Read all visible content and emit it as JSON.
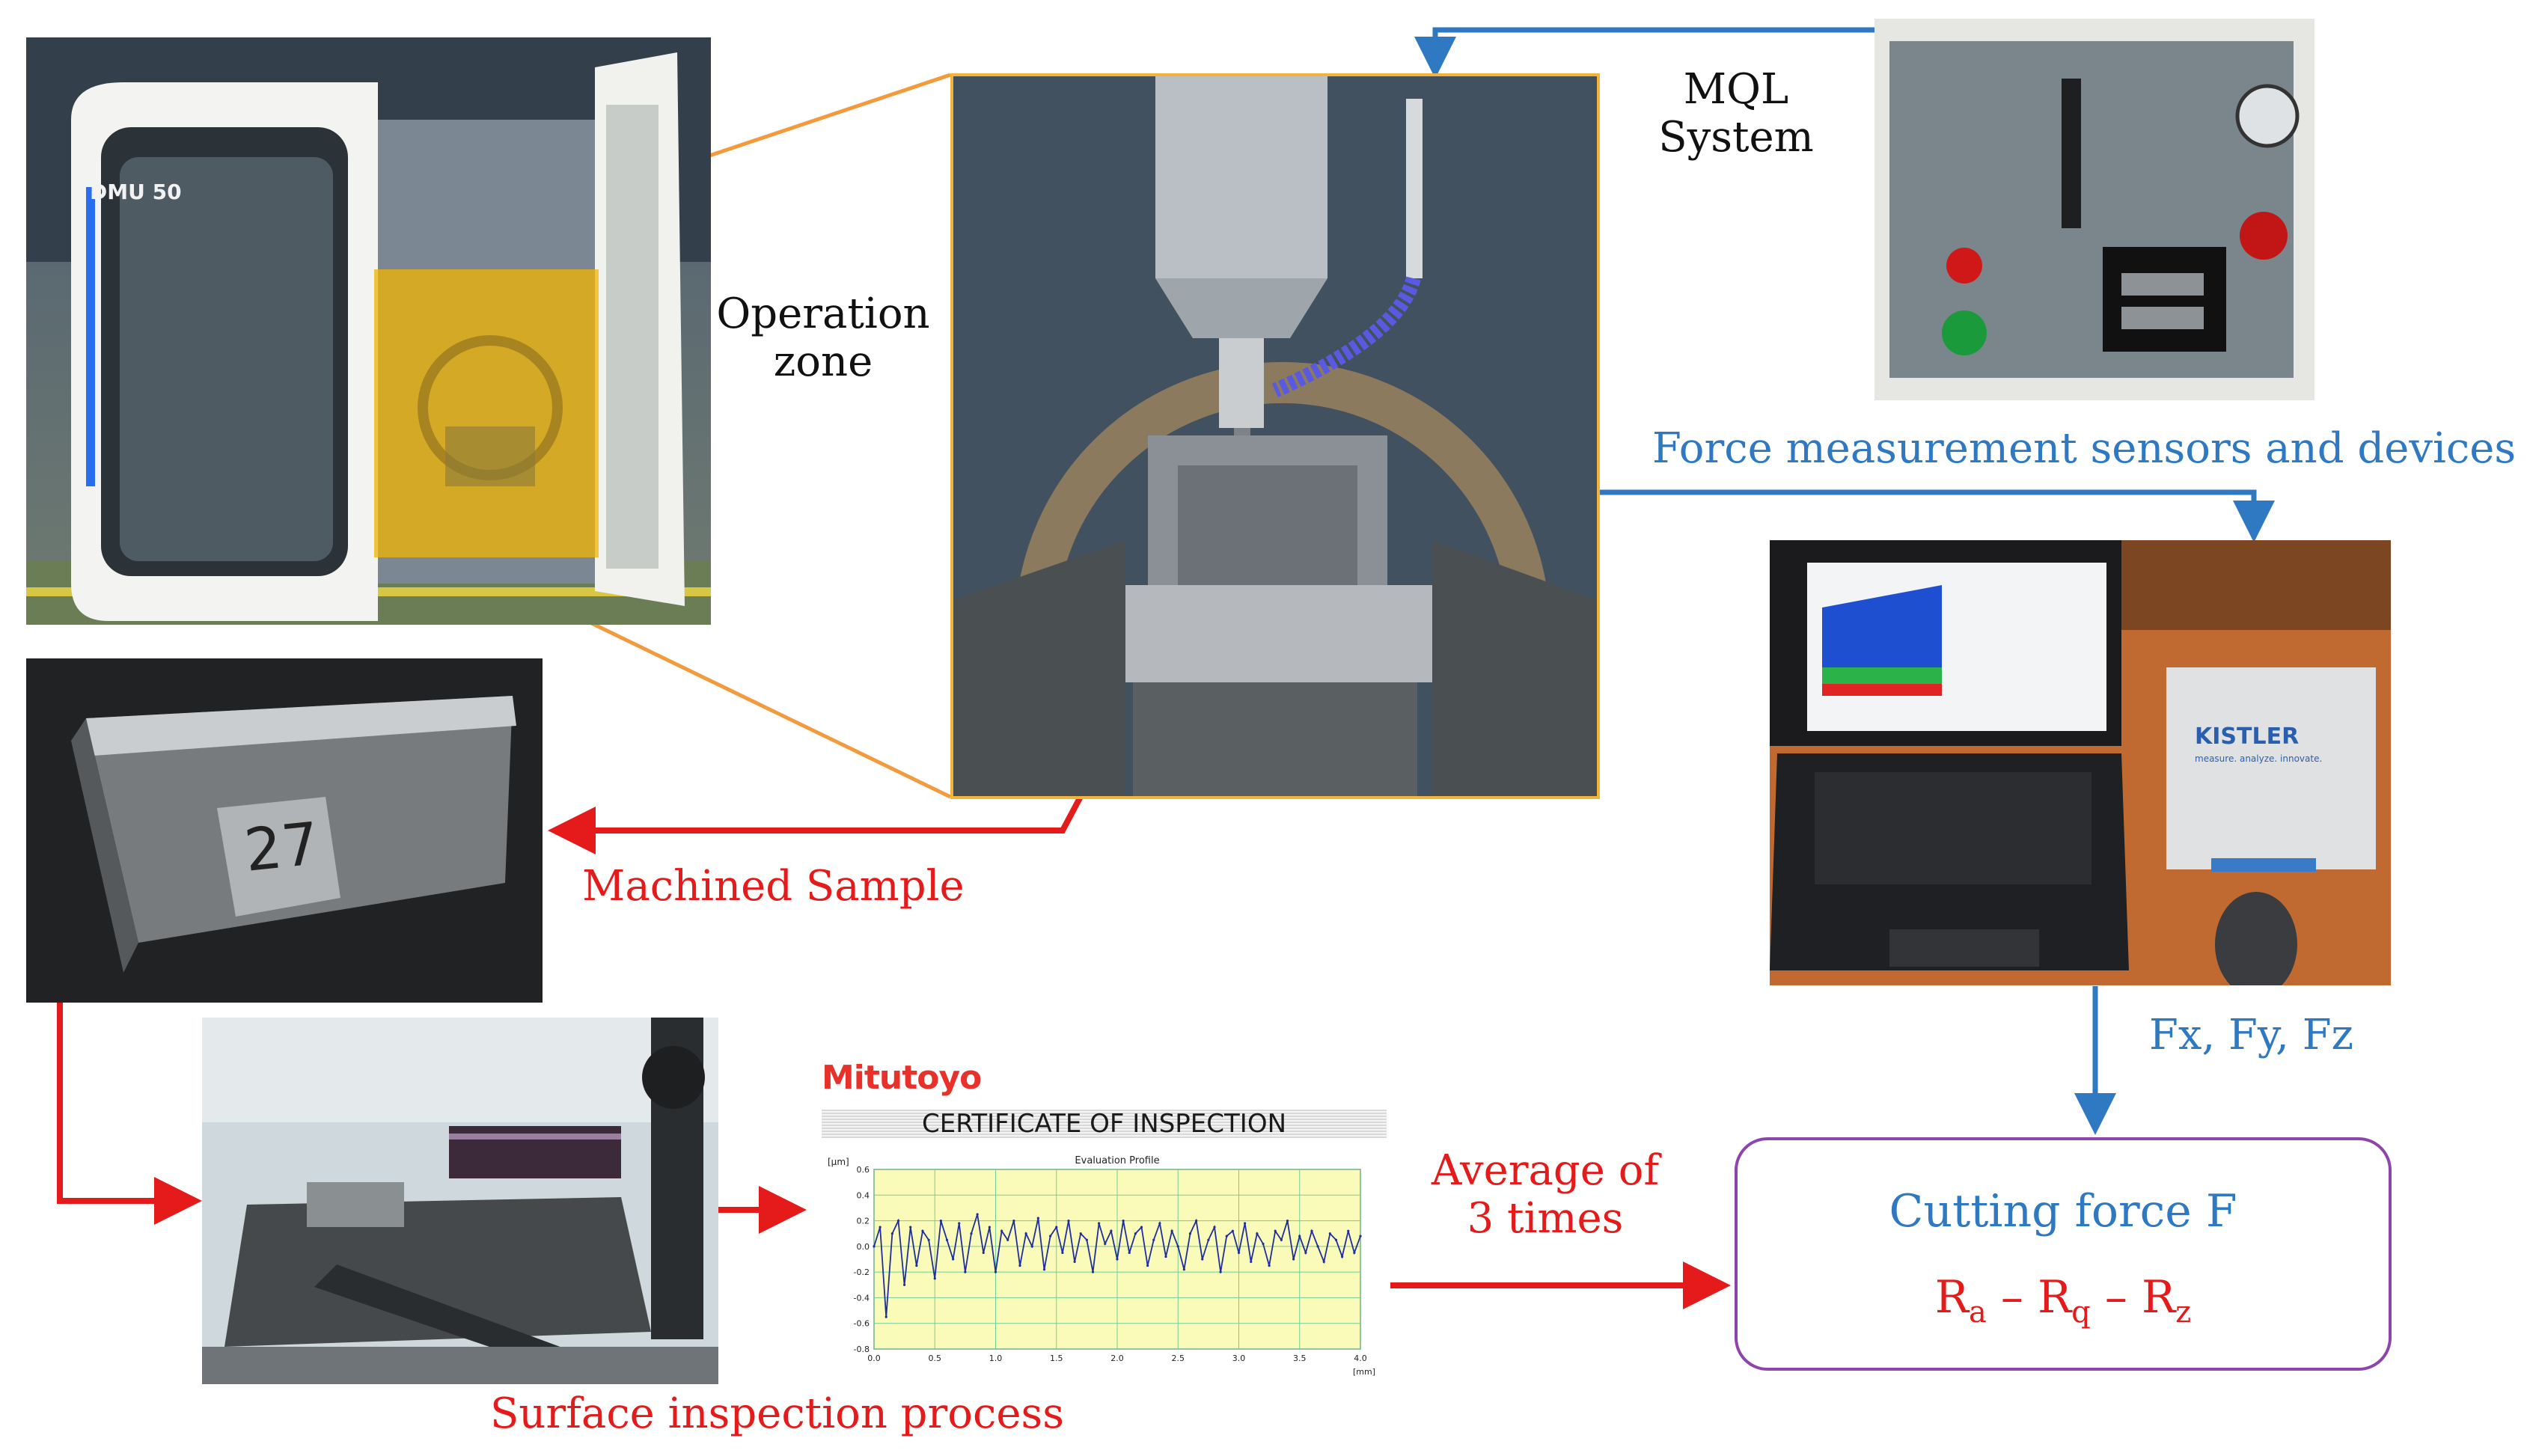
{
  "labels": {
    "operation_zone_line1": "Operation",
    "operation_zone_line2": "zone",
    "mql_line1": "MQL",
    "mql_line2": "System",
    "force_sensors": "Force measurement sensors and devices",
    "machined_sample": "Machined Sample",
    "surface_inspection": "Surface inspection process",
    "average_line1": "Average of",
    "average_line2": "3 times",
    "forces": "Fx, Fy, Fz"
  },
  "machine": {
    "model": "DMU 50"
  },
  "sample": {
    "number": "27"
  },
  "certificate": {
    "brand": "Mitutoyo",
    "title": "CERTIFICATE OF INSPECTION",
    "chart_title": "Evaluation Profile",
    "y_unit": "[µm]",
    "x_unit": "[mm]"
  },
  "device": {
    "brand": "KISTLER",
    "tagline": "measure. analyze. innovate."
  },
  "result_box": {
    "title": "Cutting force F",
    "formula": {
      "r1": "R",
      "s1": "a",
      "dash1": " – ",
      "r2": "R",
      "s2": "q",
      "dash2": " – ",
      "r3": "R",
      "s3": "z"
    }
  },
  "colors": {
    "blue_arrow": "#2f78c2",
    "red_arrow": "#e51a1a",
    "orange_line": "#f39a3c",
    "box_border": "#8e44ad",
    "chart_bg": "#fbfbb9",
    "profile": "#1f2e9e"
  },
  "chart_data": {
    "type": "line",
    "title": "Evaluation Profile",
    "xlabel": "[mm]",
    "ylabel": "[µm]",
    "xlim": [
      0.0,
      4.0
    ],
    "ylim": [
      -0.8,
      0.6
    ],
    "xticks": [
      "0.0",
      "0.5",
      "1.0",
      "1.5",
      "2.0",
      "2.5",
      "3.0",
      "3.5",
      "4.0"
    ],
    "yticks": [
      "0.6",
      "0.4",
      "0.2",
      "0.0",
      "-0.2",
      "-0.4",
      "-0.6",
      "-0.8"
    ],
    "x": [
      0.0,
      0.05,
      0.1,
      0.15,
      0.2,
      0.25,
      0.3,
      0.35,
      0.4,
      0.45,
      0.5,
      0.55,
      0.6,
      0.65,
      0.7,
      0.75,
      0.8,
      0.85,
      0.9,
      0.95,
      1.0,
      1.05,
      1.1,
      1.15,
      1.2,
      1.25,
      1.3,
      1.35,
      1.4,
      1.45,
      1.5,
      1.55,
      1.6,
      1.65,
      1.7,
      1.75,
      1.8,
      1.85,
      1.9,
      1.95,
      2.0,
      2.05,
      2.1,
      2.15,
      2.2,
      2.25,
      2.3,
      2.35,
      2.4,
      2.45,
      2.5,
      2.55,
      2.6,
      2.65,
      2.7,
      2.75,
      2.8,
      2.85,
      2.9,
      2.95,
      3.0,
      3.05,
      3.1,
      3.15,
      3.2,
      3.25,
      3.3,
      3.35,
      3.4,
      3.45,
      3.5,
      3.55,
      3.6,
      3.65,
      3.7,
      3.75,
      3.8,
      3.85,
      3.9,
      3.95,
      4.0
    ],
    "series": [
      {
        "values": [
          0.0,
          0.15,
          -0.55,
          0.1,
          0.2,
          -0.3,
          0.15,
          -0.15,
          0.12,
          0.05,
          -0.25,
          0.2,
          0.05,
          -0.1,
          0.18,
          -0.2,
          0.1,
          0.25,
          -0.05,
          0.15,
          -0.2,
          0.12,
          0.05,
          0.2,
          -0.15,
          0.1,
          0.0,
          0.22,
          -0.18,
          0.08,
          0.15,
          -0.05,
          0.2,
          -0.12,
          0.1,
          0.05,
          -0.2,
          0.18,
          0.02,
          0.12,
          -0.1,
          0.2,
          -0.05,
          0.1,
          0.15,
          -0.15,
          0.05,
          0.18,
          -0.08,
          0.12,
          0.0,
          -0.18,
          0.1,
          0.2,
          -0.1,
          0.05,
          0.15,
          -0.2,
          0.08,
          0.12,
          -0.05,
          0.18,
          -0.12,
          0.1,
          0.02,
          -0.15,
          0.12,
          0.05,
          0.2,
          -0.1,
          0.08,
          -0.05,
          0.12,
          0.0,
          -0.12,
          0.1,
          0.05,
          -0.08,
          0.12,
          -0.05,
          0.08
        ]
      }
    ]
  }
}
